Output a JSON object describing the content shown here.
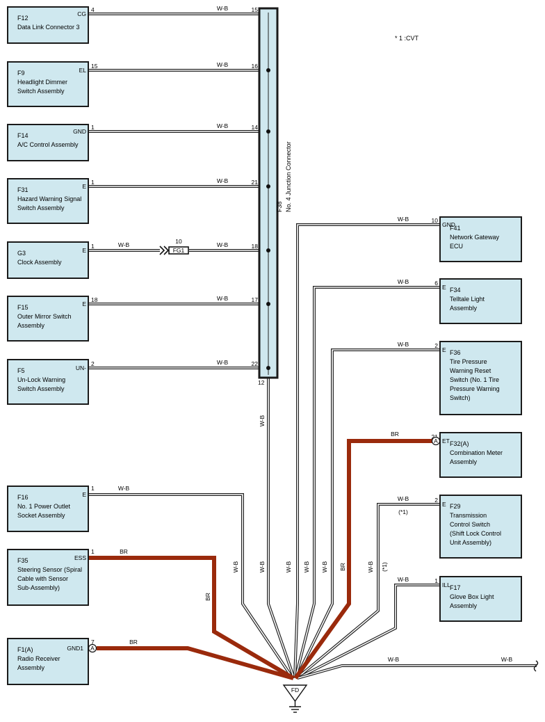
{
  "note": "* 1 :CVT",
  "junction": {
    "id": "F38",
    "name": "No. 4 Junction Connector",
    "bottom_pin": "12",
    "bottom_color": "W-B"
  },
  "left_components": [
    {
      "id": "F12",
      "name_lines": [
        "Data Link Connector 3"
      ],
      "term": "CG",
      "comp_pin": "4",
      "wire": "W-B",
      "jpin": "15"
    },
    {
      "id": "F9",
      "name_lines": [
        "Headlight Dimmer",
        "Switch Assembly"
      ],
      "term": "EL",
      "comp_pin": "15",
      "wire": "W-B",
      "jpin": "16"
    },
    {
      "id": "F14",
      "name_lines": [
        "A/C Control Assembly"
      ],
      "term": "GND",
      "comp_pin": "1",
      "wire": "W-B",
      "jpin": "14"
    },
    {
      "id": "F31",
      "name_lines": [
        "Hazard Warning Signal",
        "Switch Assembly"
      ],
      "term": "E",
      "comp_pin": "1",
      "wire": "W-B",
      "jpin": "21"
    },
    {
      "id": "G3",
      "name_lines": [
        "Clock Assembly"
      ],
      "term": "E",
      "comp_pin": "1",
      "wire": "W-B",
      "wire2": "W-B",
      "jpin": "18",
      "connector": {
        "label": "FG1",
        "pin": "10"
      }
    },
    {
      "id": "F15",
      "name_lines": [
        "Outer Mirror Switch",
        "Assembly"
      ],
      "term": "E",
      "comp_pin": "18",
      "wire": "W-B",
      "jpin": "17"
    },
    {
      "id": "F5",
      "name_lines": [
        "Un-Lock Warning",
        "Switch Assembly"
      ],
      "term": "UN-",
      "comp_pin": "2",
      "wire": "W-B",
      "jpin": "22"
    }
  ],
  "lower_left": [
    {
      "id": "F16",
      "name_lines": [
        "No. 1 Power Outlet",
        "Socket Assembly"
      ],
      "term": "E",
      "comp_pin": "1",
      "wire": "W-B"
    },
    {
      "id": "F35",
      "name_lines": [
        "Steering Sensor (Spiral",
        "Cable with Sensor",
        "Sub-Assembly)"
      ],
      "term": "ESS",
      "comp_pin": "1",
      "wire": "BR",
      "wire_vert": "BR"
    },
    {
      "id": "F1(A)",
      "name_lines": [
        "Radio Receiver",
        "Assembly"
      ],
      "term": "GND1",
      "comp_pin": "7",
      "wire": "BR",
      "marker": "A"
    }
  ],
  "right_components": [
    {
      "id": "F41",
      "name_lines": [
        "Network Gateway",
        "ECU"
      ],
      "term": "GND",
      "comp_pin": "10",
      "wire": "W-B"
    },
    {
      "id": "F34",
      "name_lines": [
        "Telltale Light",
        "Assembly"
      ],
      "term": "E",
      "comp_pin": "6",
      "wire": "W-B"
    },
    {
      "id": "F36",
      "name_lines": [
        "Tire Pressure",
        "Warning Reset",
        "Switch (No. 1 Tire",
        "Pressure Warning",
        "Switch)"
      ],
      "term": "E",
      "comp_pin": "2",
      "wire": "W-B"
    },
    {
      "id": "F32(A)",
      "name_lines": [
        "Combination Meter",
        "Assembly"
      ],
      "term": "ET",
      "comp_pin": "21",
      "wire": "BR",
      "marker": "A"
    },
    {
      "id": "F29",
      "name_lines": [
        "Transmission",
        "Control Switch",
        "(Shift Lock Control",
        "Unit Assembly)"
      ],
      "term": "E",
      "comp_pin": "2",
      "wire": "W-B",
      "note": "(*1)"
    },
    {
      "id": "F17",
      "name_lines": [
        "Glove Box Light",
        "Assembly"
      ],
      "term": "ILL-",
      "comp_pin": "1",
      "wire": "W-B"
    }
  ],
  "vertical_labels": [
    "W-B",
    "W-B",
    "W-B",
    "W-B",
    "W-B",
    "W-B",
    "BR",
    "W-B",
    "(*1)"
  ],
  "long_wire": {
    "label_left": "W-B",
    "label_right": "W-B"
  },
  "ground": {
    "id": "FD"
  }
}
